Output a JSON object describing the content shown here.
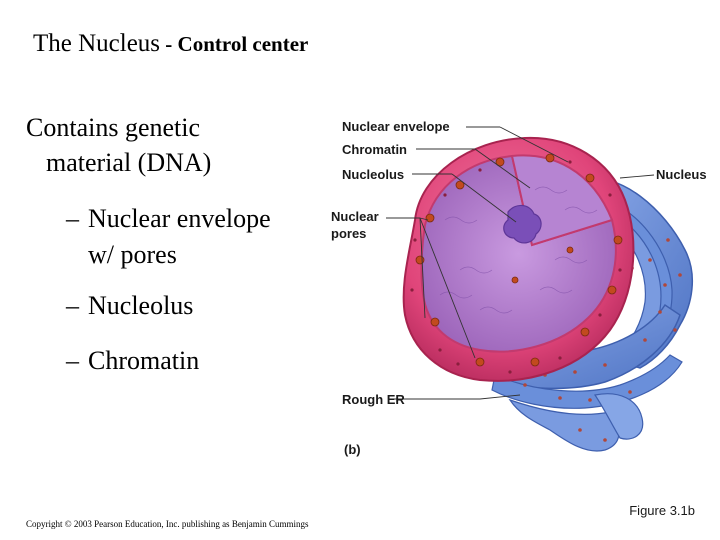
{
  "title": {
    "main": "The Nucleus",
    "sub": " - Control center"
  },
  "bullet": {
    "line1": "Contains genetic",
    "line2": "material (DNA)"
  },
  "subitems": [
    {
      "dash": "–",
      "line1": "Nuclear envelope",
      "line2": "w/ pores"
    },
    {
      "dash": "–",
      "line1": "Nucleolus"
    },
    {
      "dash": "–",
      "line1": "Chromatin"
    }
  ],
  "figure": {
    "labels": {
      "nuclear_envelope": "Nuclear envelope",
      "chromatin": "Chromatin",
      "nucleolus": "Nucleolus",
      "nucleus": "Nucleus",
      "nuclear_pores_1": "Nuclear",
      "nuclear_pores_2": "pores",
      "rough_er": "Rough ER",
      "panel": "(b)"
    },
    "colors": {
      "envelope": "#e0457a",
      "nucleoplasm": "#a874c4",
      "nucleolus": "#8a5fc0",
      "rough_er": "#5f86d6",
      "ribosome": "#b0473a"
    }
  },
  "caption": "Figure 3.1b",
  "copyright": "Copyright © 2003 Pearson Education, Inc. publishing as Benjamin Cummings"
}
